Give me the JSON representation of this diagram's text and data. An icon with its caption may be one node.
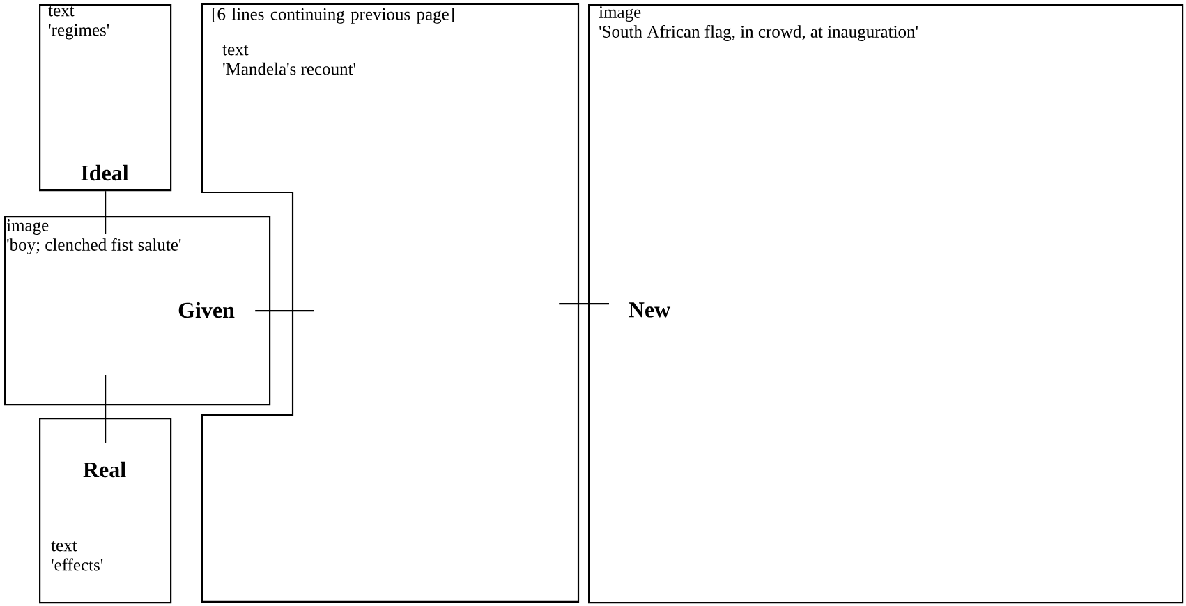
{
  "diagram": {
    "nodes": [
      {
        "text": [
          "text 'regimes'",
          "Ideal"
        ]
      },
      {
        "text": [
          "image 'boy; clenched fist salute'",
          "Given"
        ]
      },
      {
        "text": [
          "Real",
          "text 'effects'"
        ]
      },
      {
        "text": [
          "[6 lines continuing previous page]",
          "text 'Mandela's recount'"
        ]
      },
      {
        "text": [
          "image 'South African flag, in crowd, at inauguration'",
          "New"
        ]
      }
    ],
    "edges": [
      {
        "from": 0,
        "to": 1,
        "arrow": "none"
      },
      {
        "from": 1,
        "to": 2,
        "arrow": "none"
      },
      {
        "from": 1,
        "to": 3,
        "arrow": "none"
      },
      {
        "from": 3,
        "to": 4,
        "arrow": "none"
      }
    ]
  }
}
